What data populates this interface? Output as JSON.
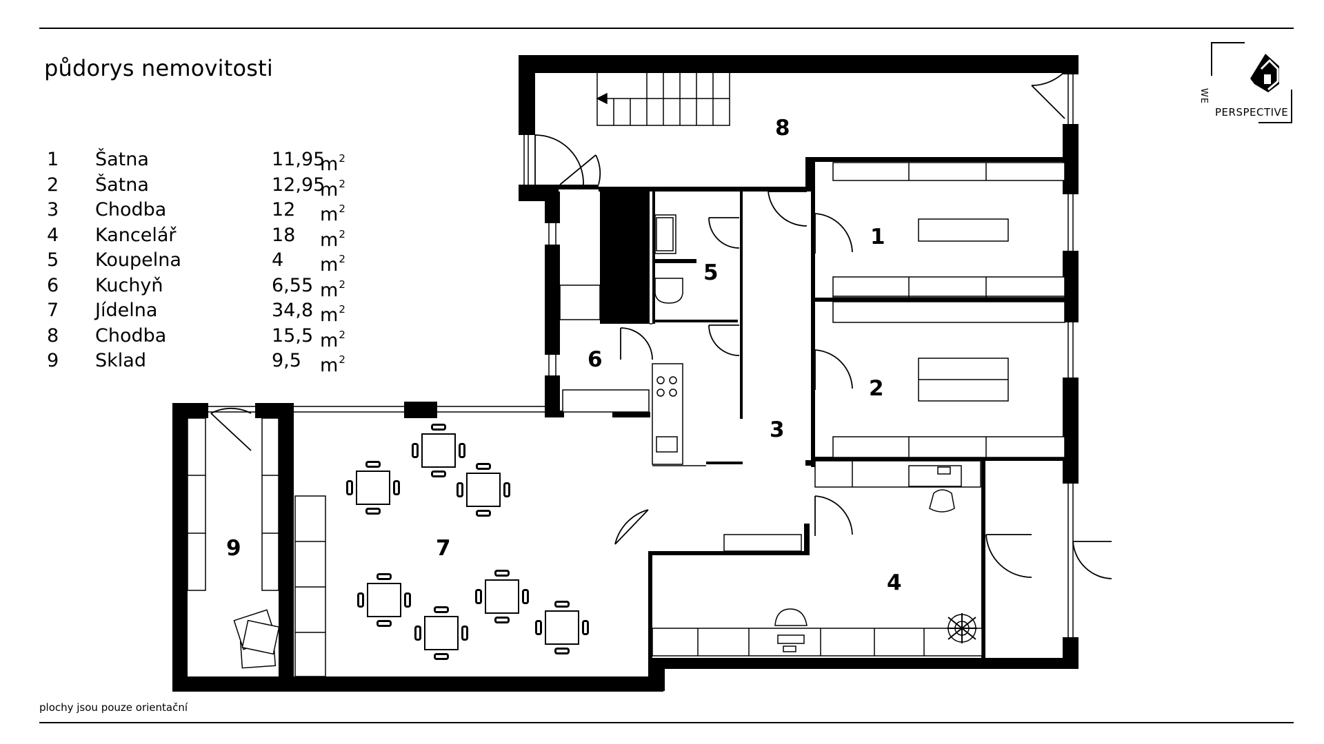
{
  "title": "půdorys nemovitosti",
  "rooms": [
    {
      "num": "1",
      "name": "Šatna",
      "area": "11,95",
      "unit": "m",
      "exp": "2"
    },
    {
      "num": "2",
      "name": "Šatna",
      "area": "12,95",
      "unit": "m",
      "exp": "2"
    },
    {
      "num": "3",
      "name": "Chodba",
      "area": "12",
      "unit": "m",
      "exp": "2"
    },
    {
      "num": "4",
      "name": "Kancelář",
      "area": "18",
      "unit": "m",
      "exp": "2"
    },
    {
      "num": "5",
      "name": "Koupelna",
      "area": "4",
      "unit": "m",
      "exp": "2"
    },
    {
      "num": "6",
      "name": "Kuchyň",
      "area": "6,55",
      "unit": "m",
      "exp": "2"
    },
    {
      "num": "7",
      "name": "Jídelna",
      "area": "34,8",
      "unit": "m",
      "exp": "2"
    },
    {
      "num": "8",
      "name": "Chodba",
      "area": "15,5",
      "unit": "m",
      "exp": "2"
    },
    {
      "num": "9",
      "name": "Sklad",
      "area": "9,5",
      "unit": "m",
      "exp": "2"
    }
  ],
  "plan_labels": {
    "r1": "1",
    "r2": "2",
    "r3": "3",
    "r4": "4",
    "r5": "5",
    "r6": "6",
    "r7": "7",
    "r8": "8",
    "r9": "9"
  },
  "footnote": "plochy jsou pouze orientační",
  "logo": {
    "line1": "WE",
    "line2": "PERSPECTIVE"
  }
}
